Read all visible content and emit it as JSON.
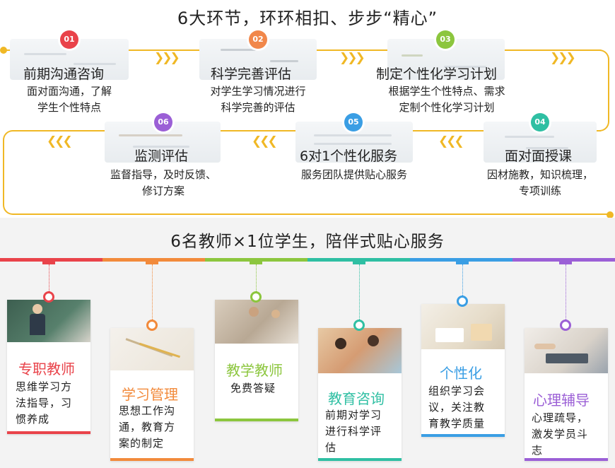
{
  "header": {
    "title": "6大环节，环环相扣、步步“精心”"
  },
  "steps": [
    {
      "num": "01",
      "title": "前期沟通咨询",
      "desc": [
        "面对面沟通，了解",
        "学生个性特点"
      ]
    },
    {
      "num": "02",
      "title": "科学完善评估",
      "desc": [
        "对学生学习情况进行",
        "科学完善的评估"
      ]
    },
    {
      "num": "03",
      "title": "制定个性化学习计划",
      "desc": [
        "根据学生个性特点、需求",
        "定制个性化学习计划"
      ]
    },
    {
      "num": "04",
      "title": "面对面授课",
      "desc": [
        "因材施教，知识梳理，",
        "专项训练"
      ]
    },
    {
      "num": "05",
      "title": "6对1个性化服务",
      "desc": [
        "服务团队提供贴心服务"
      ]
    },
    {
      "num": "06",
      "title": "监测评估",
      "desc": [
        "监督指导，及时反馈、",
        "修订方案"
      ]
    }
  ],
  "colors": {
    "track": "#f0b825",
    "badge01": "#e9434a",
    "badge02": "#f1874a",
    "badge03": "#8cc63e",
    "badge04": "#2fbfa3",
    "badge05": "#3a9ee4",
    "badge06": "#9b5fd6",
    "red": "#e9434a",
    "orange": "#f28a3b",
    "green": "#8cc63e",
    "teal": "#2fbfa3",
    "blue": "#3a9ee4",
    "purple": "#9b5fd6"
  },
  "section2": {
    "title": "6名教师×1位学生，陪伴式贴心服务"
  },
  "roles": [
    {
      "title": "专职教师",
      "desc": [
        "思维学习方",
        "法指导，习",
        "惯养成"
      ]
    },
    {
      "title": "学习管理",
      "desc": [
        "思想工作沟",
        "通，教育方",
        "案的制定"
      ]
    },
    {
      "title": "教学教师",
      "desc": [
        "免费答疑"
      ]
    },
    {
      "title": "教育咨询",
      "desc": [
        "前期对学习",
        "进行科学评",
        "估"
      ]
    },
    {
      "title": "个性化",
      "desc": [
        "组织学习会",
        "议，关注教",
        "育教学质量"
      ]
    },
    {
      "title": "心理辅导",
      "desc": [
        "心理疏导，",
        "激发学员斗",
        "志"
      ]
    }
  ],
  "icons": {
    "arrow": "double-chevron-right-icon",
    "arrow_left": "double-chevron-left-icon"
  }
}
